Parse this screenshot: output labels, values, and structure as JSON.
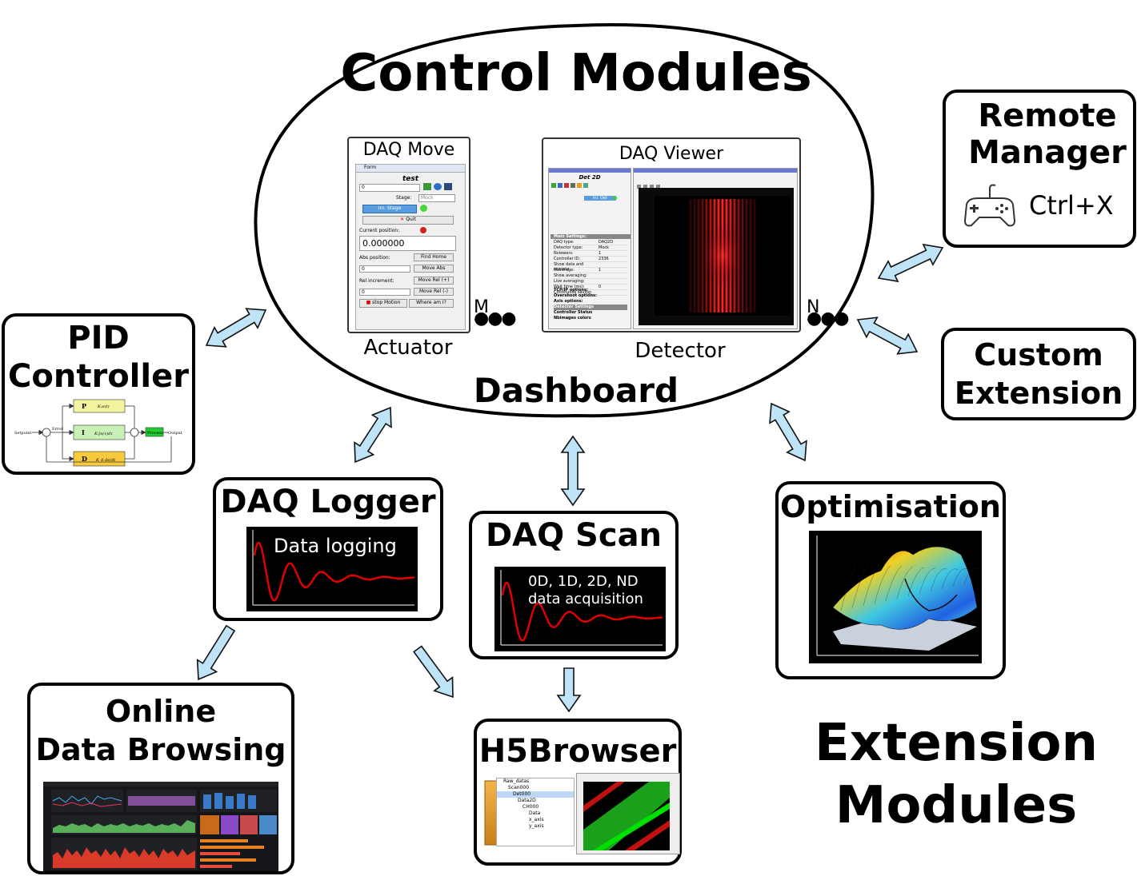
{
  "dashboard": {
    "title": "Control Modules",
    "label": "Dashboard",
    "actuator": {
      "window_title": "DAQ Move",
      "caption": "Actuator",
      "count": "M"
    },
    "detector": {
      "window_title": "DAQ Viewer",
      "caption": "Detector",
      "count": "N"
    },
    "daq_move": {
      "form": "Form",
      "name": "test",
      "value_field": "0",
      "stage_label": "Stage:",
      "stage_value": "Mock",
      "ini_stage": "Ini. Stage",
      "quit": "Quit",
      "current_position_label": "Current position:",
      "current_position": "0.000000",
      "abs_position_label": "Abs position:",
      "find_home": "Find Home",
      "abs_value": "0",
      "move_abs": "Move Abs",
      "rel_increment_label": "Rel increment:",
      "move_rel_plus": "Move Rel (+)",
      "rel_value": "0",
      "move_rel_minus": "Move Rel (-)",
      "stop_motion": "stop Motion",
      "where_am_i": "Where am I?"
    },
    "daq_viewer": {
      "panel_title": "Det 2D",
      "ini_det": "Ini. Det",
      "settings_header": "Main Settings:",
      "settings": [
        {
          "param": "DAQ type:",
          "value": "DAQ2D"
        },
        {
          "param": "Detector type:",
          "value": "Mock"
        },
        {
          "param": "Nviewers:",
          "value": "1"
        },
        {
          "param": "Controller ID:",
          "value": "2336"
        },
        {
          "param": "Show data and process",
          "value": ""
        },
        {
          "param": "Naverage:",
          "value": "1"
        },
        {
          "param": "Show averaging:",
          "value": ""
        },
        {
          "param": "Live averaging:",
          "value": ""
        },
        {
          "param": "Wait time (ms):",
          "value": "0"
        },
        {
          "param": "Continuous saving:",
          "value": ""
        }
      ],
      "extra_rows": [
        "TCP/IP options:",
        "Overshoot options:",
        "Axis options:",
        "Detector Settings",
        "Controller Status",
        "Nbimages colors"
      ]
    }
  },
  "modules": {
    "remote_manager": {
      "title_line1": "Remote",
      "title_line2": "Manager",
      "shortcut": "Ctrl+X"
    },
    "custom_extension": {
      "title_line1": "Custom",
      "title_line2": "Extension"
    },
    "pid_controller": {
      "title_line1": "PID",
      "title_line2": "Controller",
      "diagram": {
        "setpoint": "Setpoint",
        "error": "Error",
        "p": "P",
        "i": "I",
        "d": "D",
        "process": "Process",
        "output": "Output"
      }
    },
    "daq_logger": {
      "title": "DAQ Logger",
      "plot_label": "Data logging"
    },
    "daq_scan": {
      "title": "DAQ Scan",
      "plot_label_line1": "0D, 1D, 2D, ND",
      "plot_label_line2": "data acquisition"
    },
    "optimisation": {
      "title": "Optimisation"
    },
    "online_browsing": {
      "title_line1": "Online",
      "title_line2": "Data Browsing"
    },
    "h5browser": {
      "title": "H5Browser",
      "tree": [
        "Raw_datas",
        "Scan000",
        "Det000",
        "Data2D",
        "CH000",
        "Data",
        "x_axis",
        "y_axis"
      ]
    }
  },
  "footer": {
    "title_line1": "Extension",
    "title_line2": "Modules"
  },
  "colors": {
    "arrow_fill": "#bfe3f7",
    "arrow_stroke": "#111111",
    "p_block": "#f4f3a0",
    "i_block": "#c9f0b5",
    "d_block": "#f7c93d",
    "process": "#22cc33",
    "signal": "#e00000"
  }
}
